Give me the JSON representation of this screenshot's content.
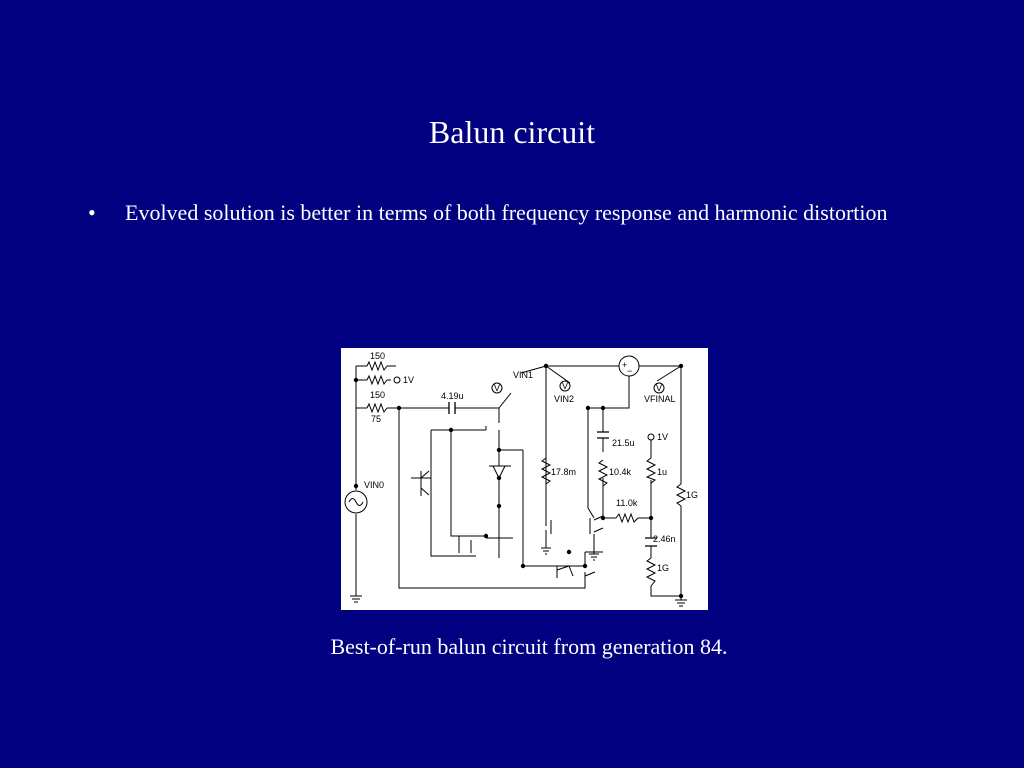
{
  "slide": {
    "title": "Balun circuit",
    "bullets": [
      "Evolved solution is better in terms of both frequency response and harmonic distortion"
    ],
    "bullet_symbol": "•",
    "caption": "Best-of-run balun circuit from generation 84."
  },
  "circuit": {
    "labels": {
      "r150_top": "150",
      "src_1v_top": "1V",
      "r150_mid": "150",
      "r75": "75",
      "cap_419u": "4.19u",
      "probe_vin1": "VIN1",
      "probe_vin2": "VIN2",
      "probe_vfinal": "VFINAL",
      "src_vin0": "VIN0",
      "cap_215u": "21.5u",
      "src_1v_right": "1V",
      "r178m": "17.8m",
      "r104k": "10.4k",
      "ind_1u": "1u",
      "r1g_right": "1G",
      "r110k": "11.0k",
      "cap_246n": "2.46n",
      "r1g_bottom": "1G",
      "v_symbol": "V",
      "plus_symbol": "+",
      "minus_symbol": "−"
    }
  },
  "colors": {
    "background": "#000080",
    "text": "#ffffff",
    "figure_background": "#ffffff"
  }
}
